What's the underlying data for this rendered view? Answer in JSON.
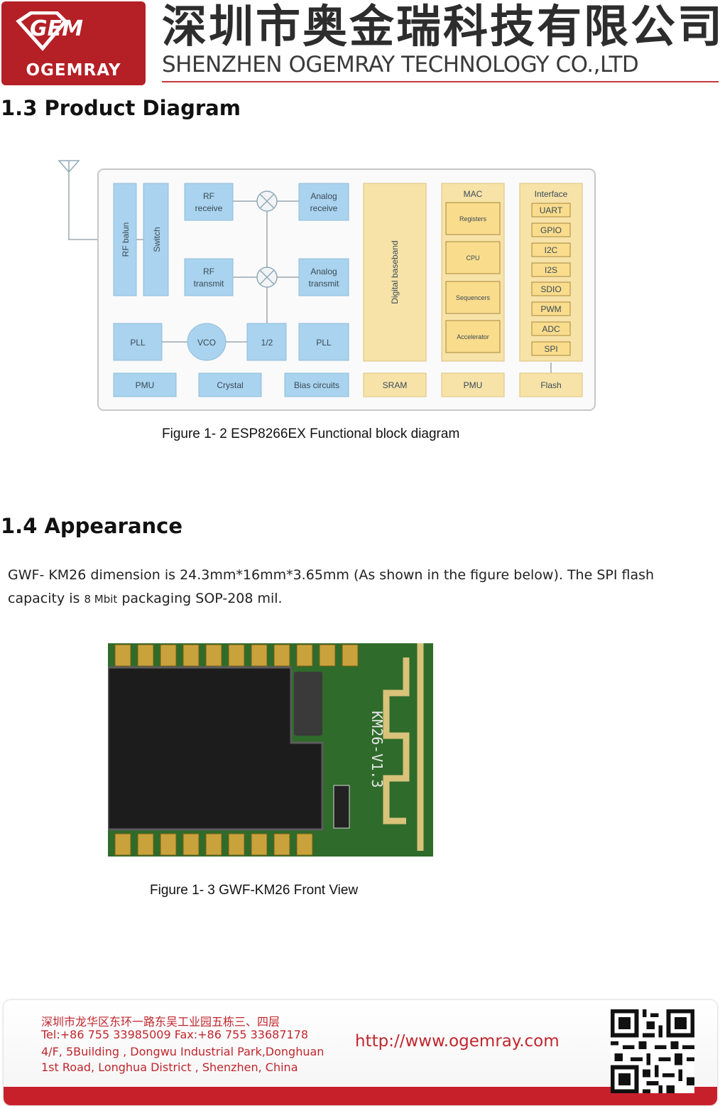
{
  "header": {
    "logo_brand": "OGEMRAY",
    "logo_mark": "GEM",
    "company_cn": "深圳市奥金瑞科技有限公司",
    "company_en": "SHENZHEN OGEMRAY TECHNOLOGY CO.,LTD"
  },
  "section_1_3": {
    "title": "1.3 Product Diagram",
    "caption": "Figure 1- 2 ESP8266EX Functional block diagram"
  },
  "diagram": {
    "rf_balun": "RF balun",
    "switch": "Switch",
    "rf_receive": [
      "RF",
      "receive"
    ],
    "rf_transmit": [
      "RF",
      "transmit"
    ],
    "analog_receive": [
      "Analog",
      "receive"
    ],
    "analog_transmit": [
      "Analog",
      "transmit"
    ],
    "pll_left": "PLL",
    "vco": "VCO",
    "half": "1/2",
    "pll_right": "PLL",
    "pmu_left": "PMU",
    "crystal": "Crystal",
    "bias": "Bias circuits",
    "digital_baseband": "Digital baseband",
    "sram": "SRAM",
    "mac": {
      "title": "MAC",
      "items": [
        "Registers",
        "CPU",
        "Sequencers",
        "Accelerator"
      ]
    },
    "pmu_mid": "PMU",
    "interface": {
      "title": "Interface",
      "items": [
        "UART",
        "GPIO",
        "I2C",
        "I2S",
        "SDIO",
        "PWM",
        "ADC",
        "SPI"
      ]
    },
    "flash": "Flash"
  },
  "section_1_4": {
    "title": "1.4 Appearance",
    "para_line1": "GWF- KM26 dimension is 24.3mm*16mm*3.65mm (As shown in the figure below). The SPI flash",
    "para_line2_pre": "capacity is ",
    "para_line2_small": "8 Mbit",
    "para_line2_post": " packaging SOP-208 mil.",
    "module_label": "KM26-V1.3",
    "caption": "Figure 1- 3 GWF-KM26 Front View"
  },
  "footer": {
    "address_cn": "深圳市龙华区东环一路东吴工业园五栋三、四层",
    "tel_fax": "Tel:+86 755 33985009   Fax:+86 755 33687178",
    "address_en1": "4/F, 5Building , Dongwu Industrial Park,Donghuan",
    "address_en2": "1st Road, Longhua District , Shenzhen, China",
    "url": "http://www.ogemray.com"
  },
  "colors": {
    "brand_red": "#b51f26",
    "diagram_blue": "#a9d3ee",
    "diagram_yellow": "#f7e3a8",
    "pcb_green": "#2f6b2a"
  }
}
